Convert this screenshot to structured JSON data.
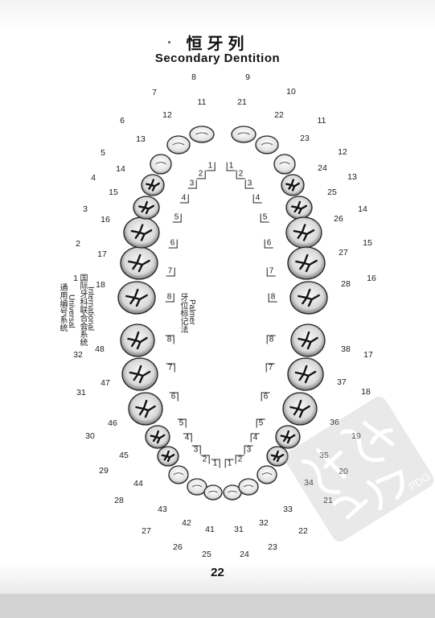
{
  "title": {
    "chinese": "恒牙列",
    "english": "Secondary Dentition"
  },
  "page_number": "22",
  "systems": {
    "universal_cn": "通用编号系统",
    "universal_en": "Universal",
    "international_cn": "国际牙科联合会系统",
    "international_en": "International",
    "palmer_cn": "牙位标记法",
    "palmer_en": "Palmer"
  },
  "watermark": {
    "text": "PDG",
    "seal_chars": "读秀书库"
  },
  "upper_universal": [
    "1",
    "2",
    "3",
    "4",
    "5",
    "6",
    "7",
    "8",
    "9",
    "10",
    "11",
    "12",
    "13",
    "14",
    "15",
    "16"
  ],
  "upper_international": [
    "18",
    "17",
    "16",
    "15",
    "14",
    "13",
    "12",
    "11",
    "21",
    "22",
    "23",
    "24",
    "25",
    "26",
    "27",
    "28"
  ],
  "lower_universal": [
    "32",
    "31",
    "30",
    "29",
    "28",
    "27",
    "26",
    "25",
    "24",
    "23",
    "22",
    "21",
    "20",
    "19",
    "18",
    "17"
  ],
  "lower_international": [
    "48",
    "47",
    "46",
    "45",
    "44",
    "43",
    "42",
    "41",
    "31",
    "32",
    "33",
    "34",
    "35",
    "36",
    "37",
    "38"
  ],
  "palmer_upper_left": [
    "8",
    "7",
    "6",
    "5",
    "4",
    "3",
    "2",
    "1"
  ],
  "palmer_upper_right": [
    "1",
    "2",
    "3",
    "4",
    "5",
    "6",
    "7",
    "8"
  ],
  "palmer_lower_left": [
    "8",
    "7",
    "6",
    "5",
    "4",
    "3",
    "2",
    "1"
  ],
  "palmer_lower_right": [
    "1",
    "2",
    "3",
    "4",
    "5",
    "6",
    "7",
    "8"
  ]
}
